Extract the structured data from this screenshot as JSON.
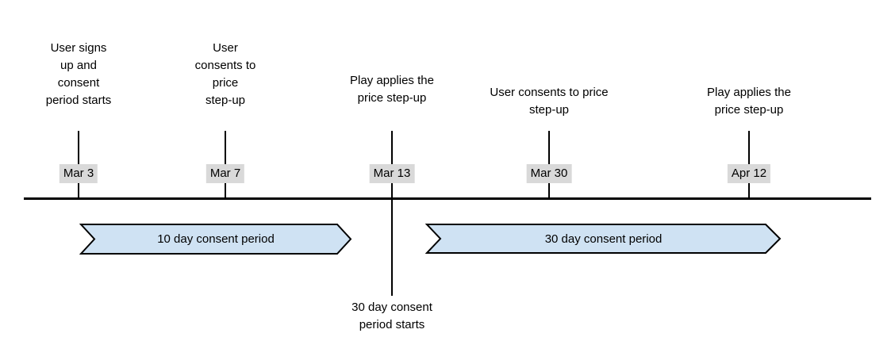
{
  "diagram_type": "price step-up consent timeline",
  "events": [
    {
      "date": "Mar 3",
      "label": "User signs\nup and\nconsent\nperiod starts"
    },
    {
      "date": "Mar 7",
      "label": "User\nconsents to\nprice\nstep-up"
    },
    {
      "date": "Mar 13",
      "label": "Play applies the\nprice step-up",
      "below_label": "30 day consent\nperiod starts"
    },
    {
      "date": "Mar 30",
      "label": "User consents to price\nstep-up"
    },
    {
      "date": "Apr 12",
      "label": "Play applies the\nprice step-up"
    }
  ],
  "periods": [
    {
      "label": "10 day consent period"
    },
    {
      "label": "30 day consent period"
    }
  ],
  "colors": {
    "banner_fill": "#cfe2f3",
    "banner_border": "#000000",
    "date_badge_background": "#d9d9d9",
    "line": "#000000",
    "text": "#000000"
  }
}
